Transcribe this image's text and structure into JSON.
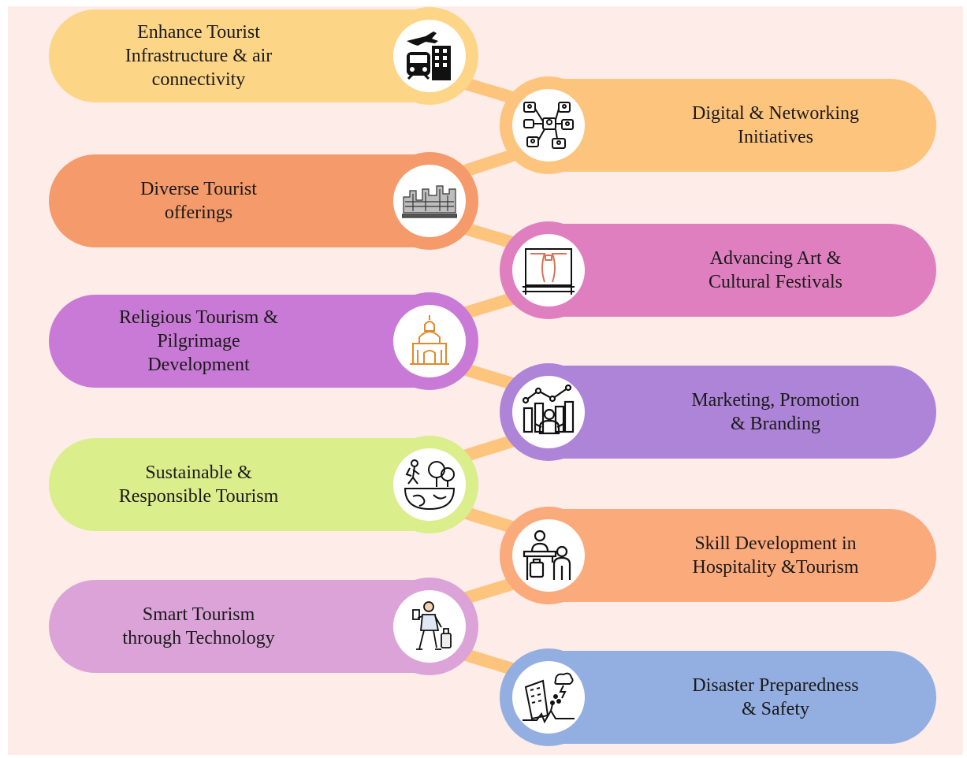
{
  "items": [
    {
      "label": "Enhance Tourist\nInfrastructure & air\nconnectivity",
      "icon": "plane-train-building-icon",
      "pill_color": "#fdd587",
      "ring_color": "#fdd587"
    },
    {
      "label": "Digital & Networking\nInitiatives",
      "icon": "network-people-icon",
      "pill_color": "#fdc47e",
      "ring_color": "#fdc47e"
    },
    {
      "label": "Diverse Tourist\nofferings",
      "icon": "city-sketch-icon",
      "pill_color": "#f59a6a",
      "ring_color": "#f59a6a"
    },
    {
      "label": "Advancing Art &\nCultural Festivals",
      "icon": "theatre-stage-icon",
      "pill_color": "#e07fc0",
      "ring_color": "#e07fc0"
    },
    {
      "label": "Religious Tourism &\nPilgrimage\nDevelopment",
      "icon": "temple-icon",
      "pill_color": "#c97ad6",
      "ring_color": "#c97ad6"
    },
    {
      "label": "Marketing, Promotion\n& Branding",
      "icon": "marketing-chart-person-icon",
      "pill_color": "#ae84d8",
      "ring_color": "#ae84d8"
    },
    {
      "label": "Sustainable &\nResponsible Tourism",
      "icon": "hiker-earth-tree-icon",
      "pill_color": "#daee8c",
      "ring_color": "#daee8c"
    },
    {
      "label": "Skill Development in\nHospitality &Tourism",
      "icon": "reception-desk-icon",
      "pill_color": "#fbaa7c",
      "ring_color": "#fbaa7c"
    },
    {
      "label": "Smart Tourism\nthrough Technology",
      "icon": "traveller-phone-suitcase-icon",
      "pill_color": "#dba3d8",
      "ring_color": "#dba3d8"
    },
    {
      "label": "Disaster Preparedness\n& Safety",
      "icon": "earthquake-building-icon",
      "pill_color": "#93aee0",
      "ring_color": "#93aee0"
    }
  ],
  "connector_color": "#fdc47e"
}
